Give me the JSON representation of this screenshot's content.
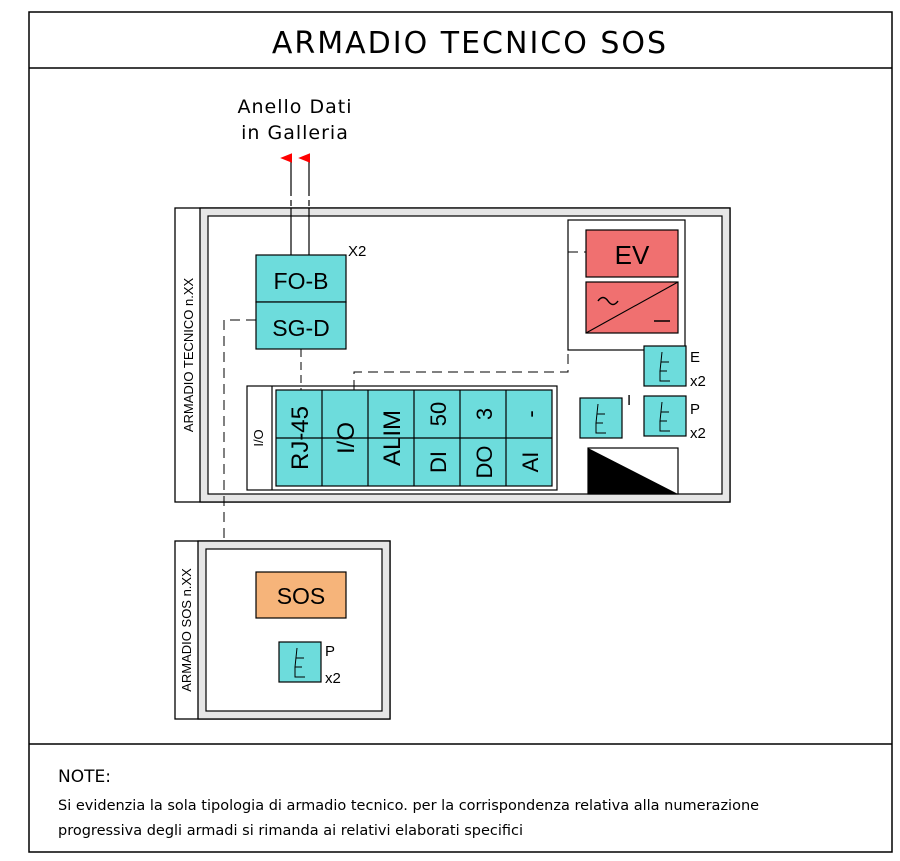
{
  "title": "ARMADIO TECNICO SOS",
  "data_ring": {
    "line1": "Anello Dati",
    "line2": "in Galleria"
  },
  "cabinet_tecnico": {
    "label": "ARMADIO TECNICO n.XX",
    "multiplier": "X2",
    "fo_b": "FO-B",
    "sg_d": "SG-D",
    "ev": "EV",
    "io_module": {
      "side_label": "I/O",
      "slots": [
        {
          "top": "RJ-45",
          "bottom": ""
        },
        {
          "top": "I/O",
          "bottom": ""
        },
        {
          "top": "ALIM",
          "bottom": ""
        },
        {
          "top": "50",
          "bottom": "DI"
        },
        {
          "top": "3",
          "bottom": "DO"
        },
        {
          "top": "-",
          "bottom": "AI"
        }
      ]
    },
    "sensor_e": {
      "letter": "E",
      "count": "x2"
    },
    "sensor_p": {
      "letter": "P",
      "count": "x2"
    },
    "sensor_i": {
      "letter": "I"
    }
  },
  "cabinet_sos": {
    "label": "ARMADIO SOS n.XX",
    "sos": "SOS",
    "sensor_p": {
      "letter": "P",
      "count": "x2"
    }
  },
  "notes": {
    "heading": "NOTE:",
    "line1": "Si evidenzia la sola tipologia di armadio tecnico. per la corrispondenza relativa alla numerazione",
    "line2": "progressiva degli armadi si rimanda ai relativi elaborati specifici"
  },
  "colors": {
    "cyan": "#6ddcdc",
    "red": "#f07070",
    "orange": "#f6b47a",
    "arrow": "#ff0000"
  }
}
